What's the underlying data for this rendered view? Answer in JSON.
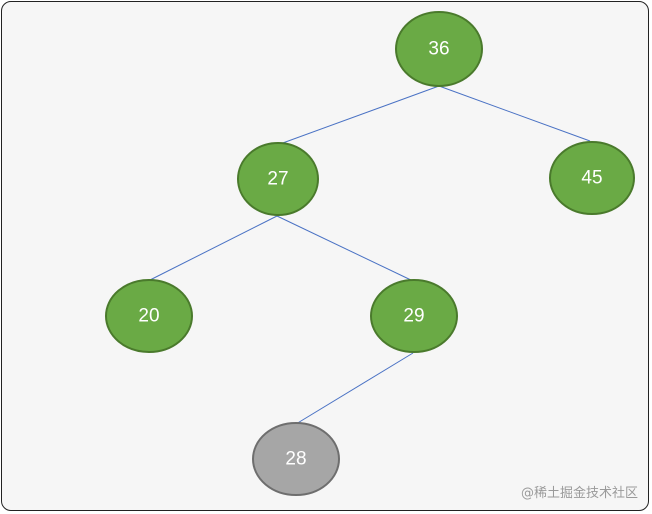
{
  "colors": {
    "node_fill": "#6aaa45",
    "node_stroke": "#4a7a2c",
    "new_node_fill": "#a6a6a6",
    "new_node_stroke": "#6e6e6e",
    "edge": "#4a72c4"
  },
  "tree": {
    "nodes": [
      {
        "id": "n36",
        "label": "36",
        "kind": "normal"
      },
      {
        "id": "n27",
        "label": "27",
        "kind": "normal"
      },
      {
        "id": "n45",
        "label": "45",
        "kind": "normal"
      },
      {
        "id": "n20",
        "label": "20",
        "kind": "normal"
      },
      {
        "id": "n29",
        "label": "29",
        "kind": "normal"
      },
      {
        "id": "n28",
        "label": "28",
        "kind": "new"
      }
    ],
    "edges": [
      {
        "from": "n36",
        "to": "n27"
      },
      {
        "from": "n36",
        "to": "n45"
      },
      {
        "from": "n27",
        "to": "n20"
      },
      {
        "from": "n27",
        "to": "n29"
      },
      {
        "from": "n29",
        "to": "n28"
      }
    ]
  },
  "watermark": "@稀土掘金技术社区"
}
